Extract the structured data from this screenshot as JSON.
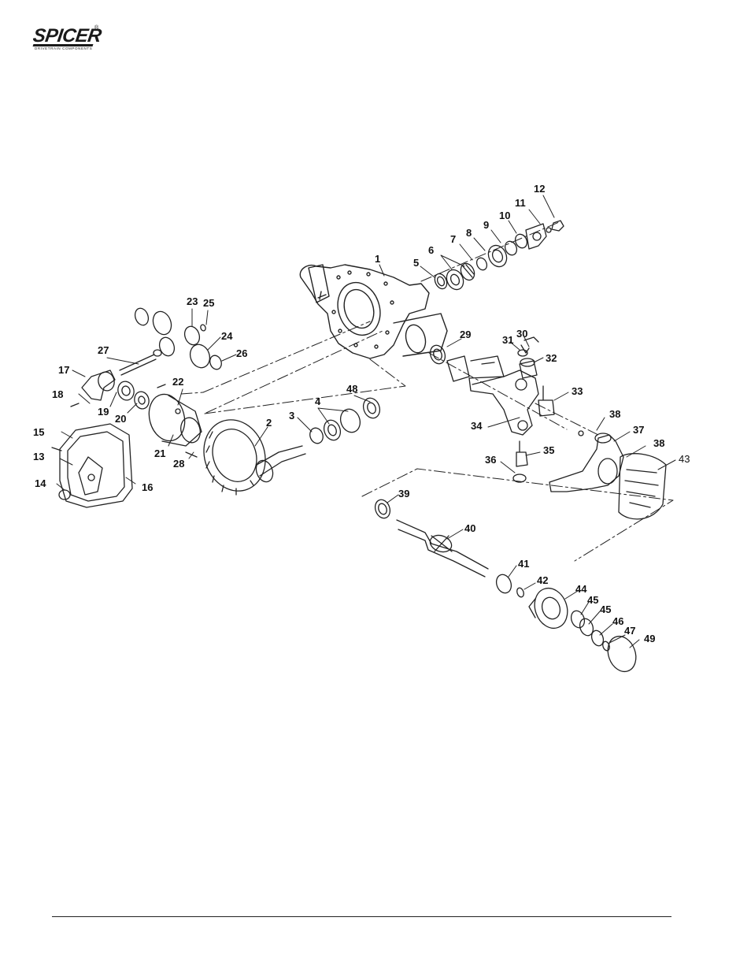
{
  "brand": {
    "name": "SPICER",
    "registered": "®",
    "tagline": "DRIVETRAIN COMPONENTS"
  },
  "callouts": [
    {
      "id": "c1",
      "label": "1"
    },
    {
      "id": "c2",
      "label": "2"
    },
    {
      "id": "c3",
      "label": "3"
    },
    {
      "id": "c4",
      "label": "4"
    },
    {
      "id": "c5",
      "label": "5"
    },
    {
      "id": "c6",
      "label": "6"
    },
    {
      "id": "c7",
      "label": "7"
    },
    {
      "id": "c8",
      "label": "8"
    },
    {
      "id": "c9",
      "label": "9"
    },
    {
      "id": "c10",
      "label": "10"
    },
    {
      "id": "c11",
      "label": "11"
    },
    {
      "id": "c12",
      "label": "12"
    },
    {
      "id": "c13",
      "label": "13"
    },
    {
      "id": "c14",
      "label": "14"
    },
    {
      "id": "c15",
      "label": "15"
    },
    {
      "id": "c16",
      "label": "16"
    },
    {
      "id": "c17",
      "label": "17"
    },
    {
      "id": "c18",
      "label": "18"
    },
    {
      "id": "c19",
      "label": "19"
    },
    {
      "id": "c20",
      "label": "20"
    },
    {
      "id": "c21",
      "label": "21"
    },
    {
      "id": "c22",
      "label": "22"
    },
    {
      "id": "c23",
      "label": "23"
    },
    {
      "id": "c24",
      "label": "24"
    },
    {
      "id": "c25",
      "label": "25"
    },
    {
      "id": "c26",
      "label": "26"
    },
    {
      "id": "c27",
      "label": "27"
    },
    {
      "id": "c28",
      "label": "28"
    },
    {
      "id": "c29",
      "label": "29"
    },
    {
      "id": "c30",
      "label": "30"
    },
    {
      "id": "c31",
      "label": "31"
    },
    {
      "id": "c32",
      "label": "32"
    },
    {
      "id": "c33",
      "label": "33"
    },
    {
      "id": "c34",
      "label": "34"
    },
    {
      "id": "c35",
      "label": "35"
    },
    {
      "id": "c36",
      "label": "36"
    },
    {
      "id": "c37",
      "label": "37"
    },
    {
      "id": "c38a",
      "label": "38"
    },
    {
      "id": "c38b",
      "label": "38"
    },
    {
      "id": "c39",
      "label": "39"
    },
    {
      "id": "c40",
      "label": "40"
    },
    {
      "id": "c41",
      "label": "41"
    },
    {
      "id": "c42",
      "label": "42"
    },
    {
      "id": "c43",
      "label": "43"
    },
    {
      "id": "c44",
      "label": "44"
    },
    {
      "id": "c45a",
      "label": "45"
    },
    {
      "id": "c45b",
      "label": "45"
    },
    {
      "id": "c46",
      "label": "46"
    },
    {
      "id": "c47",
      "label": "47"
    },
    {
      "id": "c48",
      "label": "48"
    },
    {
      "id": "c49",
      "label": "49"
    }
  ]
}
